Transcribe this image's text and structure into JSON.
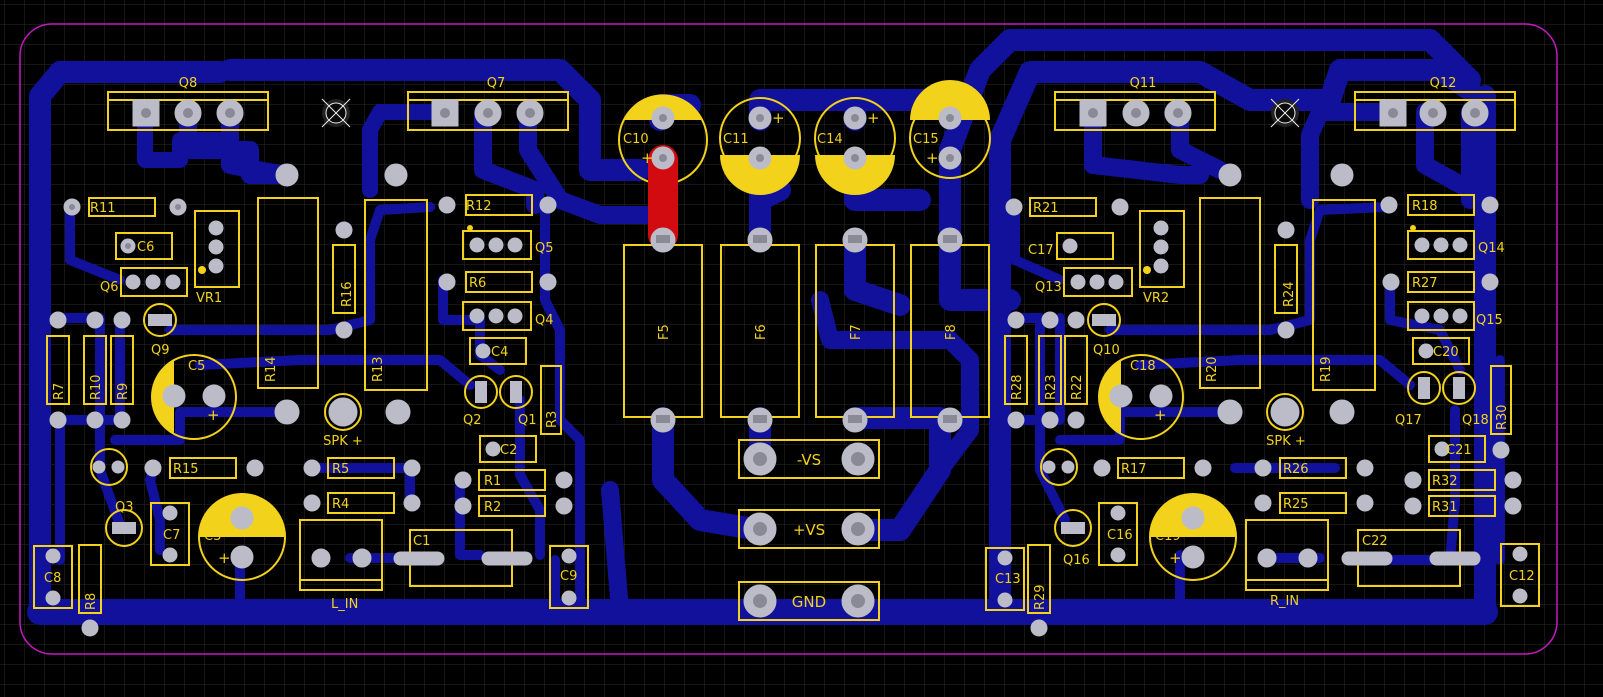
{
  "theme": {
    "background": "#000000",
    "grid": "#2c2c2c",
    "outline": "#c21ac2",
    "copper_bottom": "#11119b",
    "copper_top": "#d10b10",
    "silkscreen": "#f2d21b",
    "pad": "#bcbcc8"
  },
  "labels": {
    "q8": "Q8",
    "q7": "Q7",
    "q11": "Q11",
    "q12": "Q12",
    "c10": "C10",
    "c11": "C11",
    "c14": "C14",
    "c15": "C15",
    "r11": "R11",
    "c6": "C6",
    "q6": "Q6",
    "vr1": "VR1",
    "q9": "Q9",
    "r7": "R7",
    "r10": "R10",
    "r9": "R9",
    "c5": "C5",
    "r14": "R14",
    "r16": "R16",
    "r13": "R13",
    "r12": "R12",
    "q5": "Q5",
    "r6": "R6",
    "q4": "Q4",
    "c4": "C4",
    "q2": "Q2",
    "q1": "Q1",
    "r3": "R3",
    "spk_l": "SPK +",
    "q3": "Q3",
    "r15": "R15",
    "r5": "R5",
    "r4": "R4",
    "c7": "C7",
    "c3": "C3",
    "c2": "C2",
    "r1": "R1",
    "r2": "R2",
    "c1": "C1",
    "c9": "C9",
    "c8": "C8",
    "r8": "R8",
    "l_in": "L_IN",
    "f5": "F5",
    "f6": "F6",
    "f7": "F7",
    "f8": "F8",
    "vs_neg": "-VS",
    "vs_pos": "+VS",
    "gnd": "GND",
    "r21": "R21",
    "c17": "C17",
    "q13": "Q13",
    "vr2": "VR2",
    "q10": "Q10",
    "r28": "R28",
    "r23": "R23",
    "r22": "R22",
    "c18": "C18",
    "r20": "R20",
    "r24": "R24",
    "r19": "R19",
    "r18": "R18",
    "q14": "Q14",
    "r27": "R27",
    "q15": "Q15",
    "c20": "C20",
    "q17": "Q17",
    "q18": "Q18",
    "r30": "R30",
    "spk_r": "SPK +",
    "r17": "R17",
    "r26": "R26",
    "r25": "R25",
    "c21": "C21",
    "r32": "R32",
    "r31": "R31",
    "q16": "Q16",
    "c16": "C16",
    "c19": "C19",
    "c22": "C22",
    "c13": "C13",
    "r29": "R29",
    "r_in": "R_IN",
    "c12": "C12",
    "plus": "+"
  }
}
